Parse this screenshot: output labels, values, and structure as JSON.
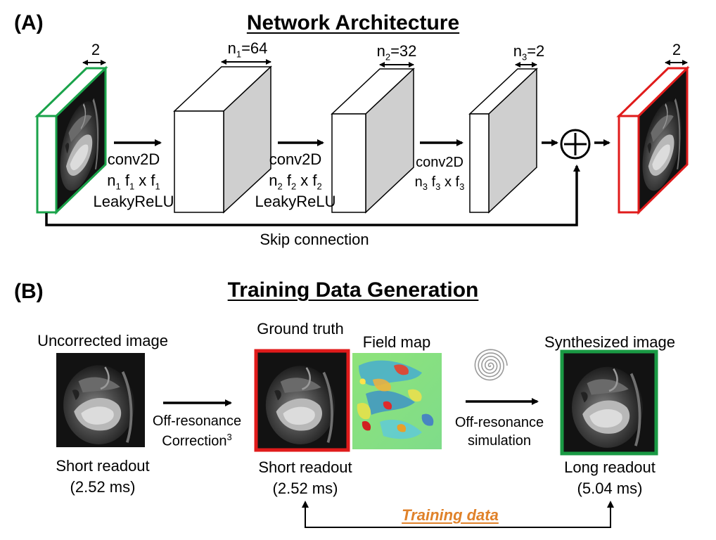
{
  "panel_a": {
    "label": "(A)",
    "title": "Network Architecture",
    "input_depth": "2",
    "output_depth": "2",
    "layer1": {
      "n_base": "n",
      "n_sub": "1",
      "n_value": "=64",
      "op": "conv2D",
      "size_n": "n",
      "size_n_sub": "1",
      "size_f1": "f",
      "size_f1_sub": "1",
      "size_x": "x",
      "size_f2": "f",
      "size_f2_sub": "1",
      "act": "LeakyReLU"
    },
    "layer2": {
      "n_base": "n",
      "n_sub": "2",
      "n_value": "=32",
      "op": "conv2D",
      "size_n": "n",
      "size_n_sub": "2",
      "size_f1": "f",
      "size_f1_sub": "2",
      "size_x": "x",
      "size_f2": "f",
      "size_f2_sub": "2",
      "act": "LeakyReLU"
    },
    "layer3": {
      "n_base": "n",
      "n_sub": "3",
      "n_value": "=2",
      "op": "conv2D",
      "size_n": "n",
      "size_n_sub": "3",
      "size_f1": "f",
      "size_f1_sub": "3",
      "size_x": "x",
      "size_f2": "f",
      "size_f2_sub": "3"
    },
    "skip_label": "Skip connection"
  },
  "panel_b": {
    "label": "(B)",
    "title": "Training Data Generation",
    "uncorrected": {
      "caption": "Uncorrected image",
      "readout": "Short readout",
      "duration": "(2.52 ms)"
    },
    "correction": {
      "line1": "Off-resonance",
      "line2_text": "Correction",
      "line2_sup": "3"
    },
    "ground_truth": {
      "caption": "Ground truth",
      "readout": "Short readout",
      "duration": "(2.52 ms)"
    },
    "field_map": {
      "caption": "Field map"
    },
    "simulation": {
      "line1": "Off-resonance",
      "line2": "simulation"
    },
    "synthesized": {
      "caption": "Synthesized image",
      "readout": "Long readout",
      "duration": "(5.04 ms)"
    },
    "training_label": "Training data"
  },
  "colors": {
    "input_frame": "#1aa34a",
    "output_frame": "#e01b1b",
    "ground_truth_frame": "#e01b1b",
    "synth_frame": "#1a9a44",
    "training_label": "#e0822a",
    "cube_side": "#d0d0d0"
  }
}
